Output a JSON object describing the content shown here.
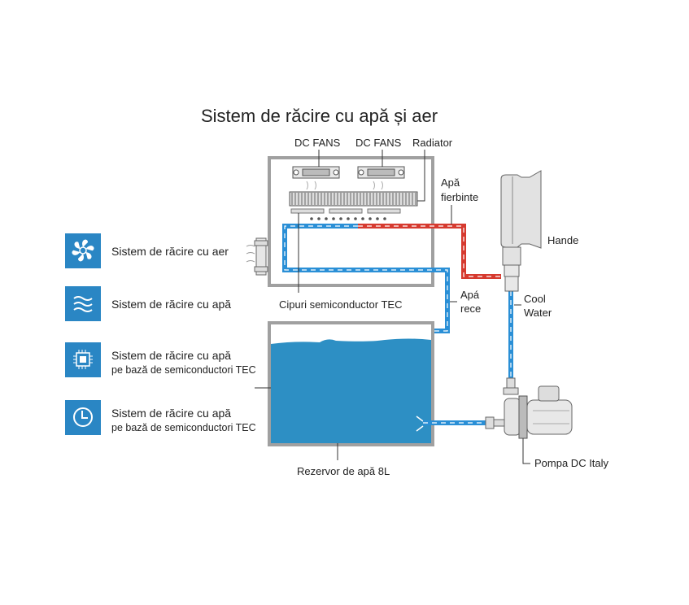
{
  "title": "Sistem de răcire cu apă și aer",
  "labels": {
    "dc_fans_1": "DC FANS",
    "dc_fans_2": "DC FANS",
    "radiator": "Radiator",
    "hot_water_1": "Apă",
    "hot_water_2": "fierbinte",
    "tec_chips": "Cipuri semiconductor TEC",
    "cold_water_1": "Apá",
    "cold_water_2": "rece",
    "hande": "Hande",
    "cool_water_1": "Cool",
    "cool_water_2": "Water",
    "reservoir": "Rezervor de apă 8L",
    "pump": "Pompa DC Italy"
  },
  "legend": [
    {
      "icon": "fan-icon",
      "title": "Sistem de răcire cu aer",
      "subtitle": ""
    },
    {
      "icon": "waves-icon",
      "title": "Sistem de răcire cu apă",
      "subtitle": ""
    },
    {
      "icon": "chip-icon",
      "title": "Sistem de răcire cu apă",
      "subtitle": "pe bază de semiconductori TEC"
    },
    {
      "icon": "clock-icon",
      "title": "Sistem de răcire cu apă",
      "subtitle": "pe bază de semiconductori TEC"
    }
  ],
  "colors": {
    "accent": "#2a86c4",
    "water": "#2d8fc4",
    "hot_pipe": "#d63a2f",
    "cold_pipe": "#2a8fd6",
    "frame": "#9a9a9a"
  }
}
